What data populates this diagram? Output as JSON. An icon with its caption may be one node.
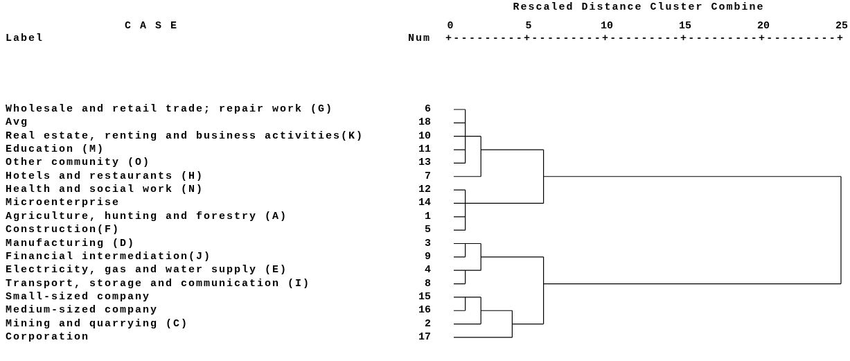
{
  "diagram": {
    "labels": [
      "Rescaled Distance Cluster Combine",
      "C A S E",
      "0",
      "5",
      "10",
      "15",
      "20",
      "25",
      "Label",
      "Num",
      "+---------+---------+---------+---------+---------+",
      "Wholesale and retail trade; repair work (G)",
      "6",
      "Avg",
      "18",
      "Real estate, renting and business activities(K)",
      "10",
      "Education (M)",
      "11",
      "Other community (O)",
      "13",
      "Hotels and restaurants (H)",
      "7",
      "Health and social work (N)",
      "12",
      "Microenterprise",
      "14",
      "Agriculture, hunting and forestry (A)",
      "1",
      "Construction(F)",
      "5",
      "Manufacturing (D)",
      "3",
      "Financial intermediation(J)",
      "9",
      "Electricity, gas and water supply (E)",
      "4",
      "Transport, storage and communication (I)",
      "8",
      "Small-sized company",
      "15",
      "Medium-sized company",
      "16",
      "Mining and quarrying (C)",
      "2",
      "Corporation",
      "17"
    ]
  }
}
